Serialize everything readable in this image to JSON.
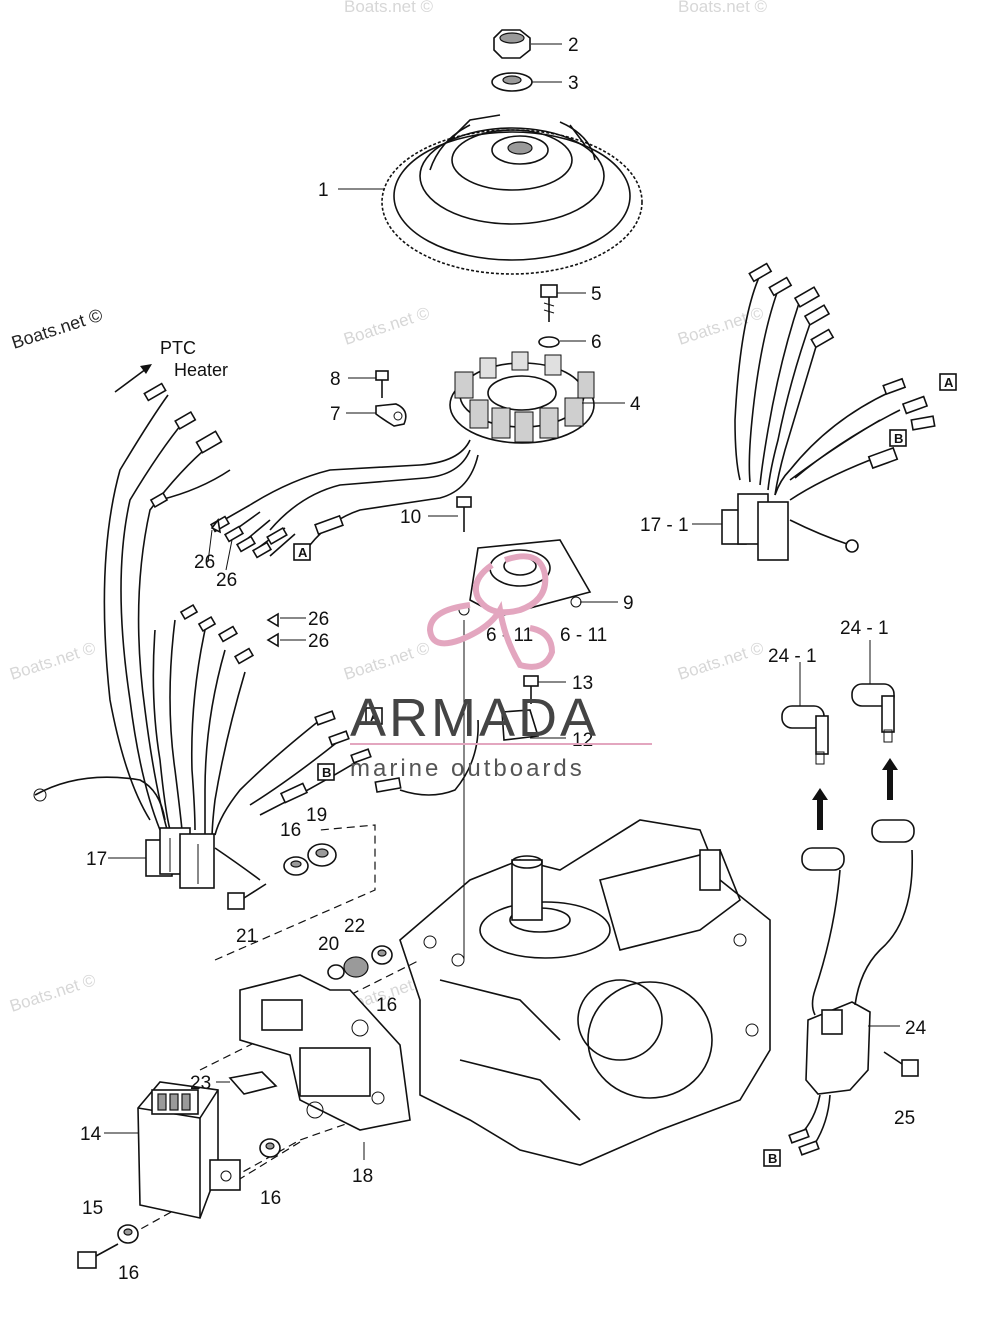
{
  "watermarks": {
    "main": "Boats.net ©",
    "faint": "Boats.net ©"
  },
  "annotations": {
    "ptc_line1": "PTC",
    "ptc_line2": "Heater"
  },
  "logo": {
    "name": "ARMADA",
    "tagline": "marine outboards",
    "accent_color": "#e3a6bf"
  },
  "parts": [
    {
      "id": "p1",
      "label": "1"
    },
    {
      "id": "p2",
      "label": "2"
    },
    {
      "id": "p3",
      "label": "3"
    },
    {
      "id": "p4",
      "label": "4"
    },
    {
      "id": "p5",
      "label": "5"
    },
    {
      "id": "p6",
      "label": "6"
    },
    {
      "id": "p7",
      "label": "7"
    },
    {
      "id": "p8",
      "label": "8"
    },
    {
      "id": "p9",
      "label": "9"
    },
    {
      "id": "p10",
      "label": "10"
    },
    {
      "id": "p6_11a",
      "label": "6 - 11"
    },
    {
      "id": "p6_11b",
      "label": "6 - 11"
    },
    {
      "id": "p12",
      "label": "12"
    },
    {
      "id": "p13",
      "label": "13"
    },
    {
      "id": "p14",
      "label": "14"
    },
    {
      "id": "p15",
      "label": "15"
    },
    {
      "id": "p16a",
      "label": "16"
    },
    {
      "id": "p16b",
      "label": "16"
    },
    {
      "id": "p16c",
      "label": "16"
    },
    {
      "id": "p16d",
      "label": "16"
    },
    {
      "id": "p17",
      "label": "17"
    },
    {
      "id": "p17_1",
      "label": "17 - 1"
    },
    {
      "id": "p18",
      "label": "18"
    },
    {
      "id": "p19",
      "label": "19"
    },
    {
      "id": "p20",
      "label": "20"
    },
    {
      "id": "p21",
      "label": "21"
    },
    {
      "id": "p22",
      "label": "22"
    },
    {
      "id": "p23",
      "label": "23"
    },
    {
      "id": "p24",
      "label": "24"
    },
    {
      "id": "p24_1a",
      "label": "24 - 1"
    },
    {
      "id": "p24_1b",
      "label": "24 - 1"
    },
    {
      "id": "p25",
      "label": "25"
    },
    {
      "id": "p26a",
      "label": "26"
    },
    {
      "id": "p26b",
      "label": "26"
    },
    {
      "id": "p26c",
      "label": "26"
    },
    {
      "id": "p26d",
      "label": "26"
    }
  ],
  "connectors": {
    "a": "A",
    "b": "B"
  },
  "icons": [
    "flywheel-icon",
    "stator-icon",
    "pulser-coil-icon",
    "cdi-unit-icon",
    "ignition-coil-icon",
    "spark-plug-cap-icon",
    "wire-harness-icon",
    "crankcase-icon",
    "arrow-up-icon"
  ]
}
